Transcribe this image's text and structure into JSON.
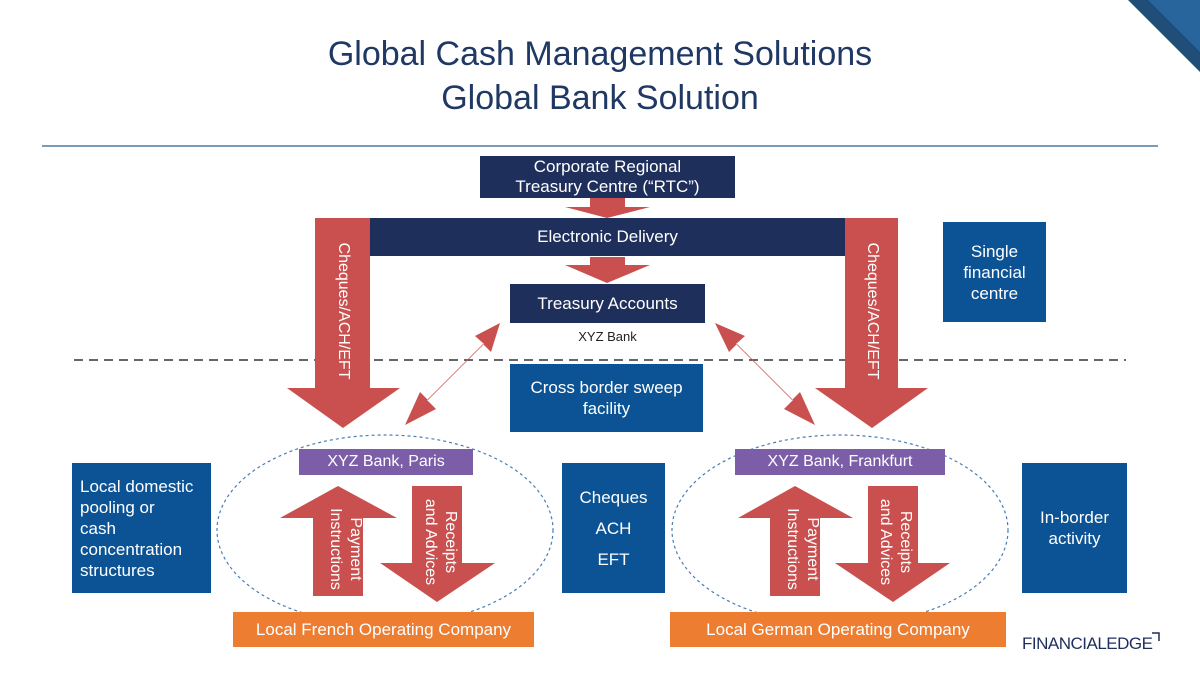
{
  "title": {
    "line1": "Global Cash Management Solutions",
    "line2": "Global Bank Solution"
  },
  "boxes": {
    "rtc": "Corporate Regional\nTreasury Centre (“RTC”)",
    "electronic_delivery": "Electronic Delivery",
    "treasury_accounts": "Treasury Accounts",
    "xyz_bank": "XYZ Bank",
    "single_financial_centre": "Single\nfinancial\ncentre",
    "cross_border_sweep": "Cross border sweep\nfacility",
    "local_domestic": "Local domestic\npooling or\ncash\nconcentration\nstructures",
    "cheques_ach_eft": "Cheques\nACH\nEFT",
    "in_border_activity": "In-border\nactivity",
    "xyz_paris": "XYZ Bank, Paris",
    "xyz_frankfurt": "XYZ Bank, Frankfurt",
    "local_french": "Local French Operating Company",
    "local_german": "Local German Operating Company"
  },
  "arrow_labels": {
    "left_channel": "Cheques/ACH/EFT",
    "right_channel": "Cheques/ACH/EFT",
    "payment_instructions": "Payment\nInstructions",
    "receipts_advices": "Receipts\nand Advices"
  },
  "logo": {
    "text": "FINANCIALEDGE"
  },
  "colors": {
    "navy": "#1f2f5c",
    "blue": "#0b5394",
    "purple": "#7b5ea7",
    "orange": "#ed7d31",
    "arrow_red": "#c9504f",
    "title": "#1f3864"
  }
}
